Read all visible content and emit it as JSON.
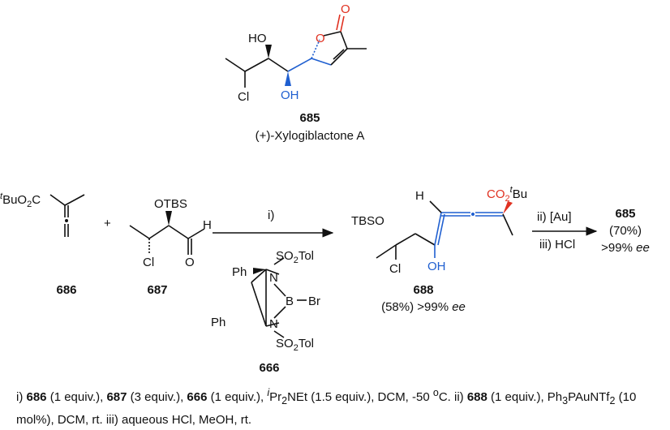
{
  "target": {
    "compound_number": "685",
    "name": "(+)-Xylogiblactone A",
    "atoms": {
      "carbonyl_O": "O",
      "ring_O": "O",
      "HO": "HO",
      "OH": "OH",
      "Cl": "Cl"
    }
  },
  "reactants": [
    {
      "id": "686",
      "label_prefix_sup": "t",
      "label_rest": "BuO",
      "label_sub": "2",
      "label_end": "C"
    },
    {
      "id": "687",
      "atoms": {
        "OTBS": "OTBS",
        "H": "H",
        "O": "O",
        "Cl": "Cl"
      }
    }
  ],
  "plus": "+",
  "step_i_label": "i)",
  "catalyst": {
    "id": "666",
    "atoms": {
      "Ph_top": "Ph",
      "Ph_bottom": "Ph",
      "N_top": "N",
      "N_bottom": "N",
      "B": "B",
      "Br": "Br",
      "SO2Tol_main": "SO",
      "SO2Tol_sub": "2",
      "SO2Tol_end": "Tol"
    }
  },
  "intermediate": {
    "id": "688",
    "yield_text": "(58%) >99% ",
    "ee": "ee",
    "atoms": {
      "H": "H",
      "TBSO": "TBSO",
      "OH": "OH",
      "Cl": "Cl",
      "ester_co": "CO",
      "ester_sub": "2",
      "ester_sup": "t",
      "ester_bu": "Bu"
    }
  },
  "step_ii_label": "ii) [Au]",
  "step_iii_label": "iii) HCl",
  "product": {
    "id": "685",
    "yield": "(70%)",
    "ee_prefix": ">99% ",
    "ee": "ee"
  },
  "conditions": {
    "i": "i) ",
    "c686": "686",
    "t1": " (1 equiv.), ",
    "c687": "687",
    "t2": " (3 equiv.), ",
    "c666": "666",
    "t3": " (1 equiv.), ",
    "ipr_sup": "i",
    "ipr_rest": "Pr",
    "ipr_sub": "2",
    "ipr_end": "NEt (1.5 equiv.), DCM, -50 ",
    "deg_sup": "o",
    "t4": "C. ii) ",
    "c688": "688",
    "t5": " (1 equiv.), Ph",
    "ph_sub": "3",
    "t6": "PAuNTf",
    "tf_sub": "2",
    "t7": " (10 mol%), DCM, rt. iii) aqueous HCl, MeOH, rt."
  },
  "colors": {
    "red": "#e03020",
    "blue": "#1f5fd0",
    "bond": "#111111"
  }
}
